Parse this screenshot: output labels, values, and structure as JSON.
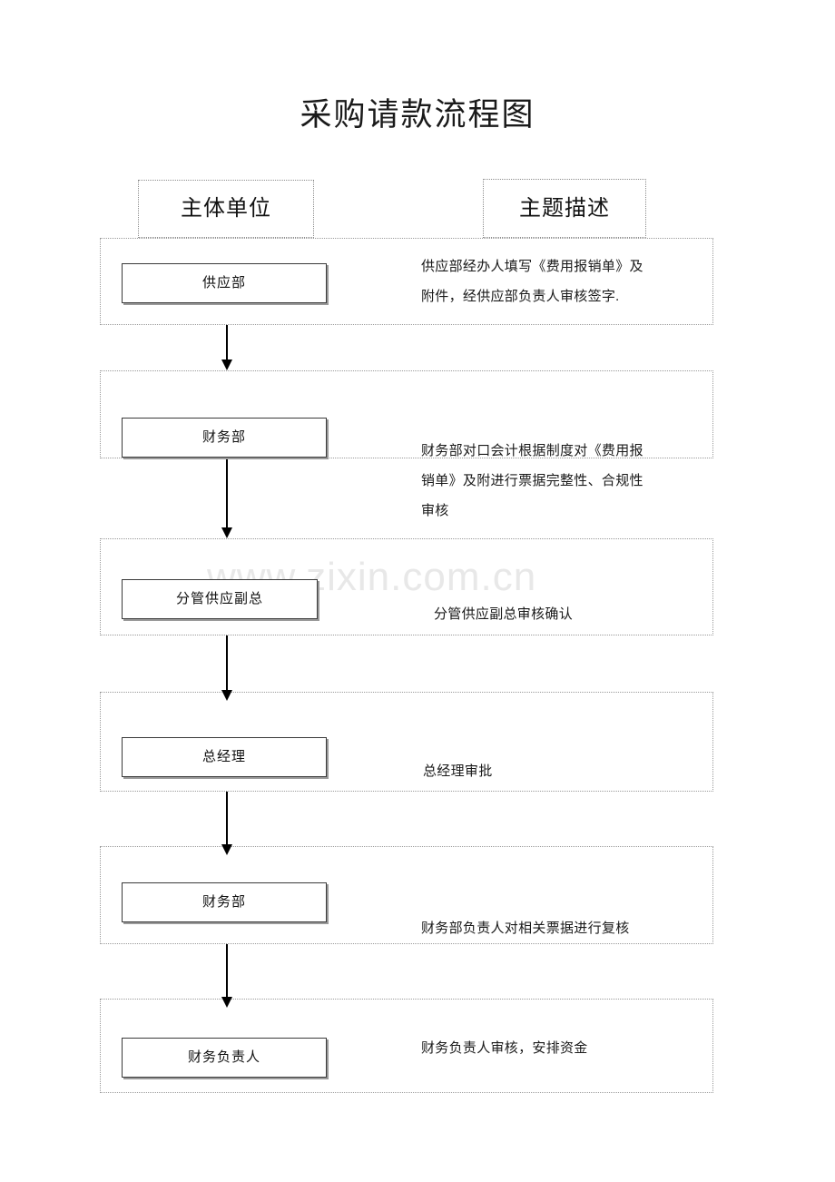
{
  "document": {
    "title": "采购请款流程图",
    "watermark": "www.zixin.com.cn"
  },
  "headers": {
    "actor_column": "主体单位",
    "description_column": "主题描述"
  },
  "flow": {
    "steps": [
      {
        "actor": "供应部",
        "description": "供应部经办人填写《费用报销单》及\n附件，经供应部负责人审核签字."
      },
      {
        "actor": "财务部",
        "description": "财务部对口会计根据制度对《费用报\n销单》及附进行票据完整性、合规性\n审核"
      },
      {
        "actor": "分管供应副总",
        "description": "分管供应副总审核确认"
      },
      {
        "actor": "总经理",
        "description": "总经理审批"
      },
      {
        "actor": "财务部",
        "description": "财务部负责人对相关票据进行复核"
      },
      {
        "actor": "财务负责人",
        "description": "财务负责人审核，安排资金"
      }
    ],
    "connector_count": 5
  },
  "colors": {
    "page_background": "#ffffff",
    "text": "#111111",
    "lane_border": "#9a9a9a",
    "actor_border": "#3a3a3a",
    "actor_shadow": "#9a9a9a",
    "arrow": "#000000",
    "watermark": "#e8e8e8"
  }
}
